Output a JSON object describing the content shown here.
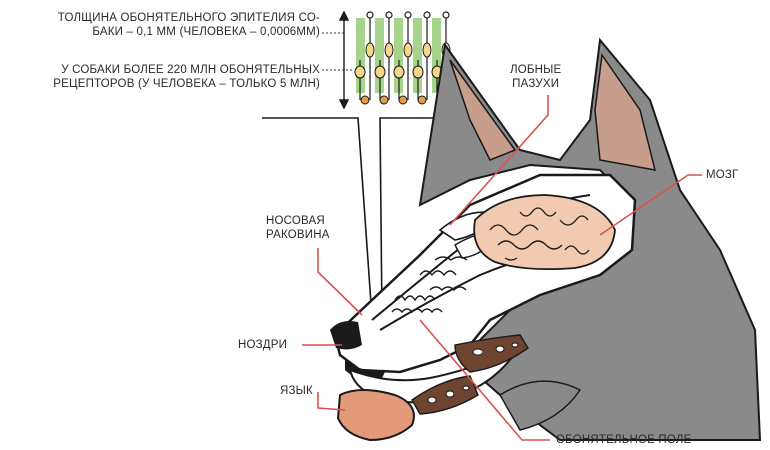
{
  "labels": {
    "thickness_line1": "ТОЛЩИНА ОБОНЯТЕЛЬНОГО ЭПИТЕЛИЯ СО-",
    "thickness_line2": "БАКИ – 0,1 ММ (ЧЕЛОВЕКА – 0,0006ММ)",
    "receptors_line1": "У СОБАКИ БОЛЕЕ 220 МЛН ОБОНЯТЕЛЬНЫХ",
    "receptors_line2": "РЕЦЕПТОРОВ (У ЧЕЛОВЕКА – ТОЛЬКО 5 МЛН)",
    "sinuses_line1": "ЛОБНЫЕ",
    "sinuses_line2": "ПАЗУХИ",
    "brain": "МОЗГ",
    "concha_line1": "НОСОВАЯ",
    "concha_line2": "РАКОВИНА",
    "nostrils": "НОЗДРИ",
    "tongue": "ЯЗЫК",
    "olfactory_field": "ОБОНЯТЕЛЬНОЕ ПОЛЕ"
  },
  "colors": {
    "fur": "#8a8a8a",
    "ear_inner": "#c79e8c",
    "outline": "#1a1a1a",
    "brain": "#f2c9b1",
    "tongue": "#e29a79",
    "teeth_area": "#6e4530",
    "pointer": "#d9534f",
    "epithelium_green": "#a7d48c",
    "cell_yellow": "#f3d88c",
    "cell_orange": "#e0a04a"
  }
}
